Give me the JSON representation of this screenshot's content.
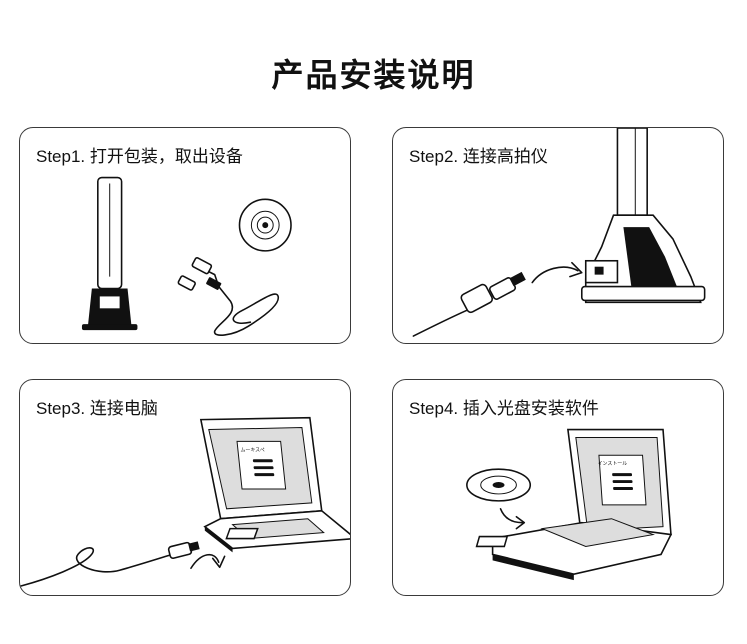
{
  "title": "产品安装说明",
  "steps": [
    {
      "label": "Step1. 打开包装，取出设备"
    },
    {
      "label": "Step2. 连接高拍仪"
    },
    {
      "label": "Step3. 连接电脑"
    },
    {
      "label": "Step4. 插入光盘安装软件"
    }
  ],
  "screens": {
    "step3_text": "ムーキスペ",
    "step4_text": "インストール"
  }
}
